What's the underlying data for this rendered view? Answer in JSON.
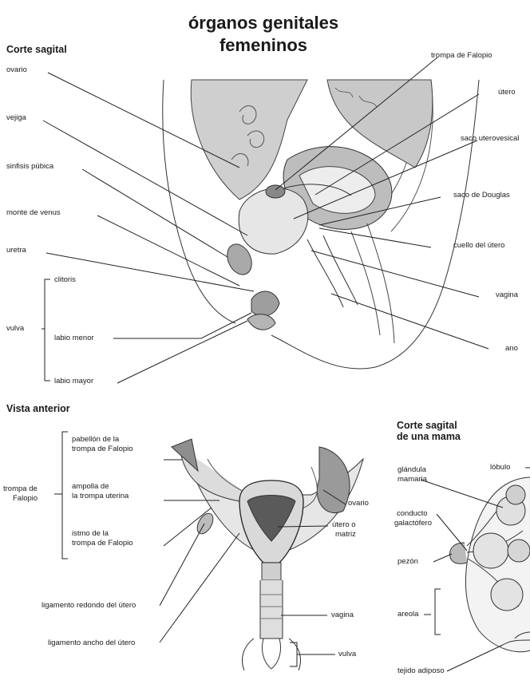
{
  "title": [
    "órganos genitales",
    "femeninos"
  ],
  "sections": {
    "sagittal": "Corte sagital",
    "anterior": "Vista anterior",
    "breast": [
      "Corte sagital",
      "de una mama"
    ]
  },
  "sagittal_labels_left": [
    "ovario",
    "vejiga",
    "sinfisis púbica",
    "monte de venus",
    "uretra"
  ],
  "vulva": {
    "group": "vulva",
    "parts": [
      "clitoris",
      "labio menor",
      "labio mayor"
    ]
  },
  "sagittal_labels_right": [
    "trompa de Falopio",
    "útero",
    "saco uterovesical",
    "saco de Douglas",
    "cuello del útero",
    "vagina",
    "ano"
  ],
  "anterior_labels": {
    "group": [
      "trompa de",
      "Falopio"
    ],
    "parts": [
      [
        "pabellón de la",
        "trompa de Falopio"
      ],
      [
        "ampolla de",
        "la trompa uterina"
      ],
      [
        "istmo de la",
        "trompa de Falopio"
      ]
    ],
    "ligaments": [
      "ligamento redondo del útero",
      "ligamento ancho del útero"
    ],
    "right": [
      "ovario",
      "útero o",
      "matriz",
      "vagina",
      "vulva"
    ]
  },
  "breast_labels": {
    "gland": [
      "glándula",
      "mamaria"
    ],
    "lobule": "lóbulo",
    "duct": [
      "conducto",
      "galactófero"
    ],
    "nipple": "pezón",
    "areola": "areola",
    "fat": "tejido adiposo"
  }
}
